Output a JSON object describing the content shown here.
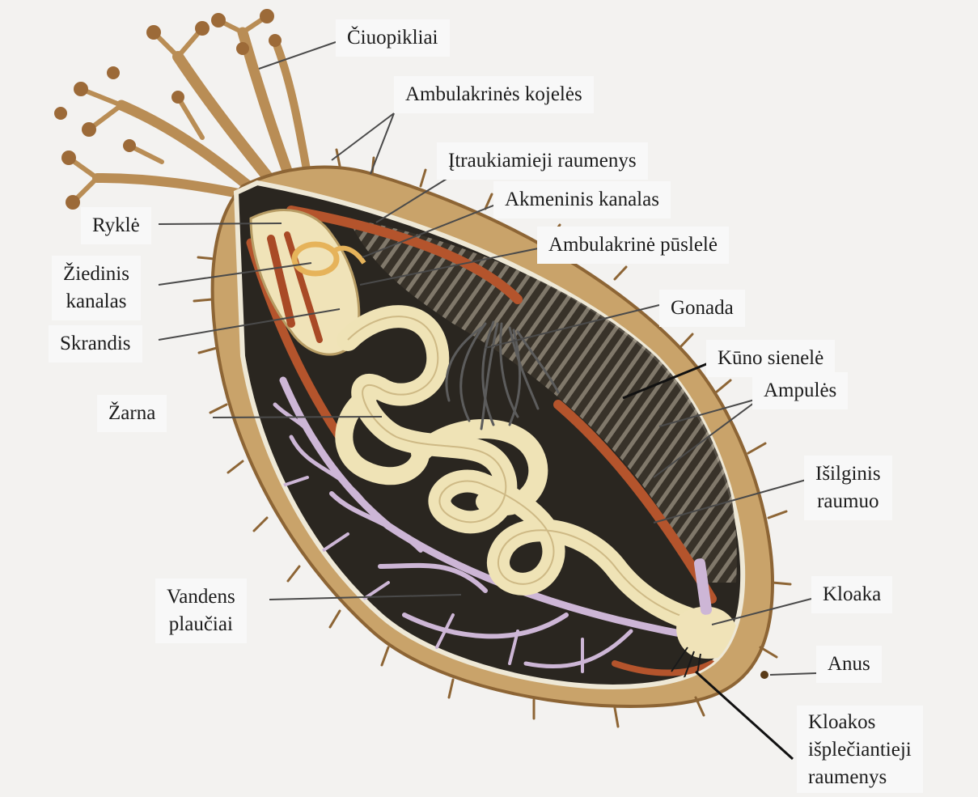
{
  "colors": {
    "background": "#f3f2f0",
    "body_wall": "#c9a36a",
    "cavity": "#2a2620",
    "intestine": "#efe3b6",
    "muscle": "#b4542c",
    "respiratory_tree": "#cdb6d6",
    "gonad": "#5c5c5c",
    "leader_line": "#4a4a4a"
  },
  "labels": {
    "ciuopikliai": "Čiuopikliai",
    "ambulakrines_kojeles": "Ambulakrinės kojelės",
    "itraukiamieji_raumenys": "Įtraukiamieji raumenys",
    "akmeninis_kanalas": "Akmeninis kanalas",
    "ambulakrine_puslele": "Ambulakrinė pūslelė",
    "rykle": "Ryklė",
    "ziedinis_kanalas": [
      "Žiedinis",
      "kanalas"
    ],
    "skrandis": "Skrandis",
    "gonada": "Gonada",
    "kuno_sienele": "Kūno sienelė",
    "ampules": "Ampulės",
    "zarna": "Žarna",
    "isilginis_raumuo": [
      "Išilginis",
      "raumuo"
    ],
    "vandens_plauciai": [
      "Vandens",
      "plaučiai"
    ],
    "kloaka": "Kloaka",
    "anus": "Anus",
    "kloakos_isplecentieji_raumenys": [
      "Kloakos",
      "išplečiantieji",
      "raumenys"
    ]
  }
}
